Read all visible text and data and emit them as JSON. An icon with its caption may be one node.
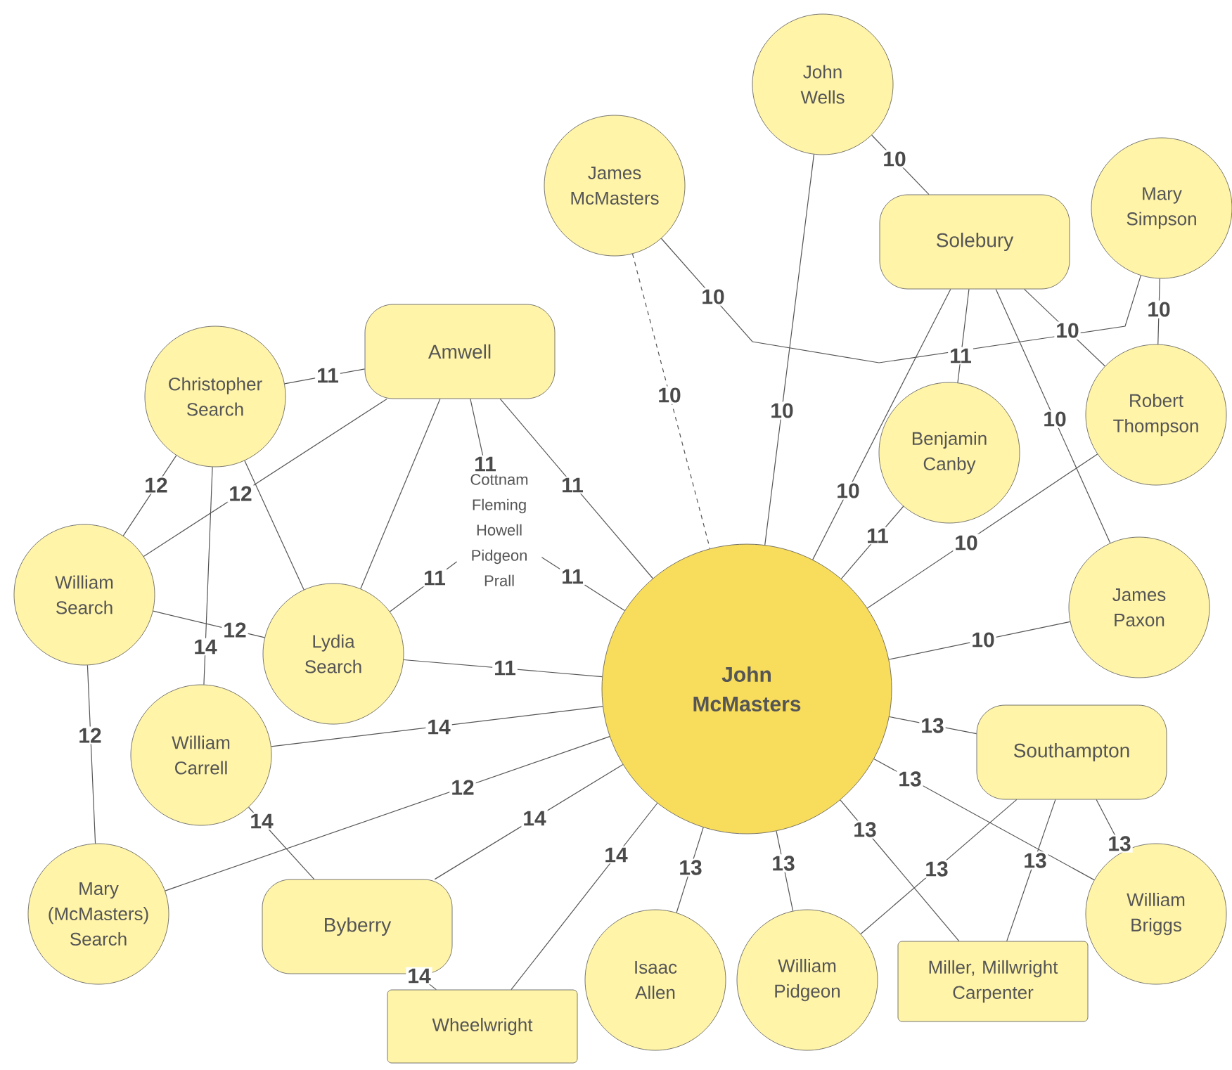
{
  "diagram": {
    "nodes": [
      {
        "text": [
          "John Wells"
        ]
      },
      {
        "text": [
          "James McMasters"
        ]
      },
      {
        "text": [
          "Solebury"
        ]
      },
      {
        "text": [
          "Mary Simpson"
        ]
      },
      {
        "text": [
          "Christopher Search"
        ]
      },
      {
        "text": [
          "Amwell"
        ]
      },
      {
        "text": [
          "Robert Thompson"
        ]
      },
      {
        "text": [
          "Benjamin Canby"
        ]
      },
      {
        "text": [
          "Cottnam Fleming Howell Pidgeon Prall"
        ]
      },
      {
        "text": [
          "William Search"
        ]
      },
      {
        "text": [
          "Lydia Search"
        ]
      },
      {
        "text": [
          "James Paxon"
        ]
      },
      {
        "text": [
          "John McMasters"
        ]
      },
      {
        "text": [
          "William Carrell"
        ]
      },
      {
        "text": [
          "Southampton"
        ]
      },
      {
        "text": [
          "Mary (McMasters) Search"
        ]
      },
      {
        "text": [
          "Byberry"
        ]
      },
      {
        "text": [
          "William Briggs"
        ]
      },
      {
        "text": [
          "Isaac Allen"
        ]
      },
      {
        "text": [
          "William Pidgeon"
        ]
      },
      {
        "text": [
          "Miller, Millwright Carpenter"
        ]
      },
      {
        "text": [
          "Wheelwright"
        ]
      }
    ],
    "edges": [
      {
        "from": 0,
        "to": 2,
        "arrow": "none",
        "label": "10"
      },
      {
        "from": 1,
        "to": 12,
        "arrow": "none",
        "label": "10",
        "style": "dashed"
      },
      {
        "from": 1,
        "to": 3,
        "arrow": "none",
        "label": "10"
      },
      {
        "from": 0,
        "to": 12,
        "arrow": "none",
        "label": "10"
      },
      {
        "from": 2,
        "to": 12,
        "arrow": "none",
        "label": "10"
      },
      {
        "from": 2,
        "to": 7,
        "arrow": "none",
        "label": "11"
      },
      {
        "from": 2,
        "to": 11,
        "arrow": "none",
        "label": "10"
      },
      {
        "from": 2,
        "to": 6,
        "arrow": "none",
        "label": "10"
      },
      {
        "from": 3,
        "to": 6,
        "arrow": "none",
        "label": "10"
      },
      {
        "from": 6,
        "to": 12,
        "arrow": "none",
        "label": "10"
      },
      {
        "from": 11,
        "to": 12,
        "arrow": "none",
        "label": "10"
      },
      {
        "from": 7,
        "to": 12,
        "arrow": "none",
        "label": "11"
      },
      {
        "from": 5,
        "to": 4,
        "arrow": "none",
        "label": "11"
      },
      {
        "from": 5,
        "to": 8,
        "arrow": "none",
        "label": "11"
      },
      {
        "from": 5,
        "to": 12,
        "arrow": "none",
        "label": "11"
      },
      {
        "from": 5,
        "to": 9,
        "arrow": "none",
        "label": "12"
      },
      {
        "from": 5,
        "to": 10,
        "arrow": "none"
      },
      {
        "from": 4,
        "to": 10,
        "arrow": "none"
      },
      {
        "from": 4,
        "to": 9,
        "arrow": "none",
        "label": "12"
      },
      {
        "from": 4,
        "to": 13,
        "arrow": "none",
        "label": "14"
      },
      {
        "from": 9,
        "to": 10,
        "arrow": "none",
        "label": "12"
      },
      {
        "from": 9,
        "to": 15,
        "arrow": "none",
        "label": "12"
      },
      {
        "from": 8,
        "to": 10,
        "arrow": "none",
        "label": "11"
      },
      {
        "from": 8,
        "to": 12,
        "arrow": "none",
        "label": "11"
      },
      {
        "from": 10,
        "to": 12,
        "arrow": "none",
        "label": "11"
      },
      {
        "from": 13,
        "to": 12,
        "arrow": "none",
        "label": "14"
      },
      {
        "from": 13,
        "to": 16,
        "arrow": "none",
        "label": "14"
      },
      {
        "from": 15,
        "to": 12,
        "arrow": "none",
        "label": "12"
      },
      {
        "from": 16,
        "to": 12,
        "arrow": "none",
        "label": "14"
      },
      {
        "from": 16,
        "to": 21,
        "arrow": "none",
        "label": "14"
      },
      {
        "from": 21,
        "to": 12,
        "arrow": "none",
        "label": "14"
      },
      {
        "from": 18,
        "to": 12,
        "arrow": "none",
        "label": "13"
      },
      {
        "from": 19,
        "to": 12,
        "arrow": "none",
        "label": "13"
      },
      {
        "from": 20,
        "to": 12,
        "arrow": "none",
        "label": "13"
      },
      {
        "from": 14,
        "to": 12,
        "arrow": "none",
        "label": "13"
      },
      {
        "from": 17,
        "to": 12,
        "arrow": "none",
        "label": "13"
      },
      {
        "from": 14,
        "to": 19,
        "arrow": "none",
        "label": "13"
      },
      {
        "from": 14,
        "to": 20,
        "arrow": "none",
        "label": "13"
      },
      {
        "from": 14,
        "to": 17,
        "arrow": "none",
        "label": "13"
      }
    ]
  }
}
